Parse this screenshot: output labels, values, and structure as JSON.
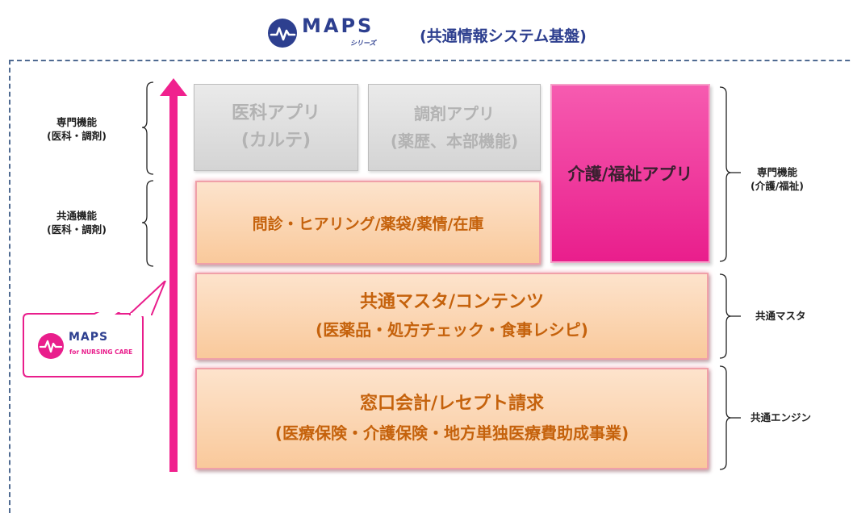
{
  "header": {
    "logo_text": "MAPS",
    "logo_series": "シリーズ",
    "subtitle": "(共通情報システム基盤)"
  },
  "left_labels": [
    {
      "line1": "専門機能",
      "line2": "(医科・調剤)"
    },
    {
      "line1": "共通機能",
      "line2": "(医科・調剤)"
    }
  ],
  "right_labels": [
    {
      "line1": "専門機能",
      "line2": "(介護/福祉)"
    },
    {
      "line1": "共通マスタ"
    },
    {
      "line1": "共通エンジン"
    }
  ],
  "boxes": {
    "medical_app": {
      "line1": "医科アプリ",
      "line2": "(カルテ)"
    },
    "dispensing_app": {
      "line1": "調剤アプリ",
      "line2": "(薬歴、本部機能)"
    },
    "care_app": {
      "label": "介護/福祉アプリ"
    },
    "common_functions": {
      "label": "問診・ヒアリング/薬袋/薬情/在庫"
    },
    "common_master": {
      "line1": "共通マスタ/コンテンツ",
      "line2": "(医薬品・処方チェック・食事レシピ)"
    },
    "common_engine": {
      "line1": "窓口会計/レセプト請求",
      "line2": "(医療保険・介護保険・地方単独医療費助成事業)"
    }
  },
  "callout": {
    "logo_text": "MAPS",
    "tagline": "for NURSING CARE"
  },
  "colors": {
    "accent_pink": "#e91e8c",
    "navy": "#2d3f8f",
    "orange_text": "#c5620c",
    "gray_text": "#b3b3b3"
  }
}
